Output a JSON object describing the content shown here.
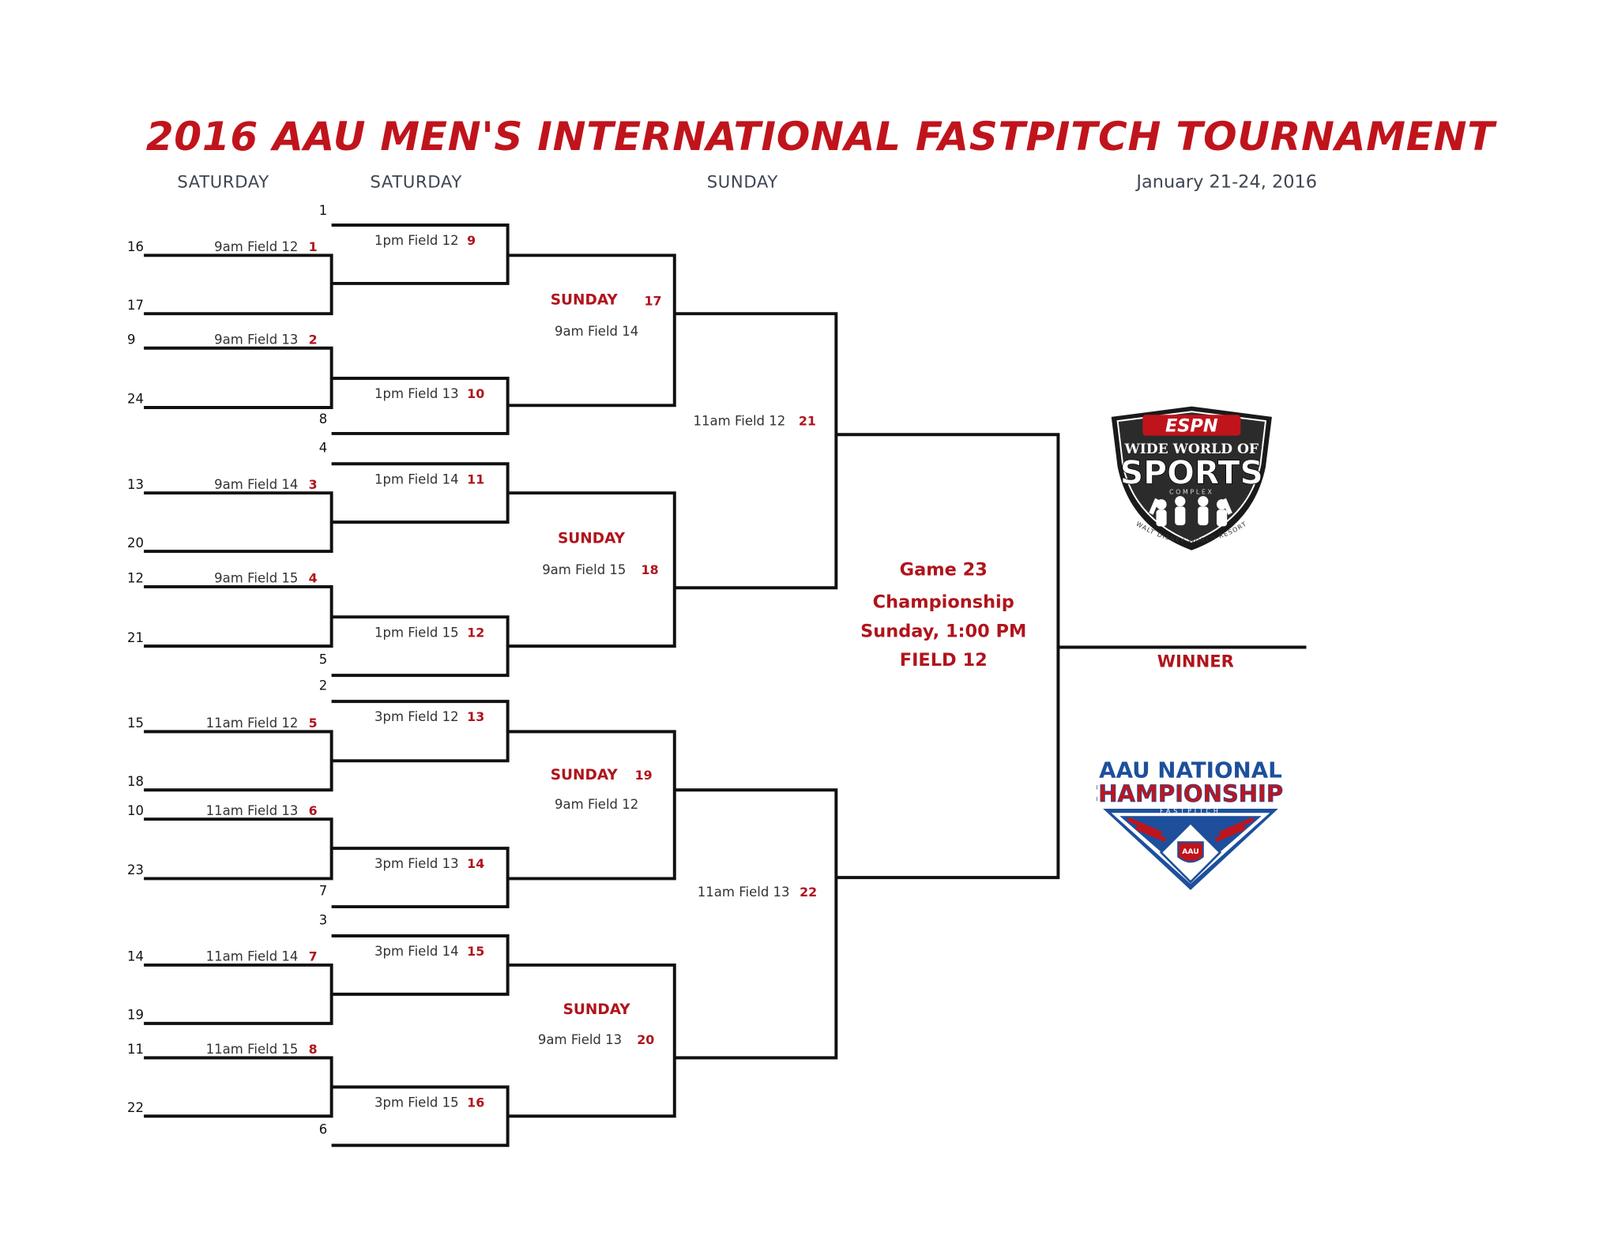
{
  "title": "2016 AAU MEN'S INTERNATIONAL FASTPITCH TOURNAMENT",
  "headers": {
    "col1": "SATURDAY",
    "col2": "SATURDAY",
    "col3": "SUNDAY",
    "dates": "January 21-24, 2016"
  },
  "round1": [
    {
      "label": "9am Field 12",
      "game": "1",
      "seed_top": "16",
      "seed_bottom": "17"
    },
    {
      "label": "9am Field 13",
      "game": "2",
      "seed_top": "9",
      "seed_bottom": "24"
    },
    {
      "label": "9am Field 14",
      "game": "3",
      "seed_top": "13",
      "seed_bottom": "20"
    },
    {
      "label": "9am Field 15",
      "game": "4",
      "seed_top": "12",
      "seed_bottom": "21"
    },
    {
      "label": "11am Field 12",
      "game": "5",
      "seed_top": "15",
      "seed_bottom": "18"
    },
    {
      "label": "11am Field 13",
      "game": "6",
      "seed_top": "10",
      "seed_bottom": "23"
    },
    {
      "label": "11am Field 14",
      "game": "7",
      "seed_top": "14",
      "seed_bottom": "19"
    },
    {
      "label": "11am Field 15",
      "game": "8",
      "seed_top": "11",
      "seed_bottom": "22"
    }
  ],
  "round2": [
    {
      "label": "1pm Field 12",
      "game": "9",
      "seed": "1"
    },
    {
      "label": "1pm Field 13",
      "game": "10",
      "seed": "8"
    },
    {
      "label": "1pm Field 14",
      "game": "11",
      "seed": "4"
    },
    {
      "label": "1pm Field 15",
      "game": "12",
      "seed": "5"
    },
    {
      "label": "3pm Field 12",
      "game": "13",
      "seed": "2"
    },
    {
      "label": "3pm Field 13",
      "game": "14",
      "seed": "7"
    },
    {
      "label": "3pm Field 14",
      "game": "15",
      "seed": "3"
    },
    {
      "label": "3pm Field 15",
      "game": "16",
      "seed": "6"
    }
  ],
  "round3": [
    {
      "day": "SUNDAY",
      "game": "17",
      "label": "9am Field 14"
    },
    {
      "day": "SUNDAY",
      "game": "18",
      "label": "9am Field 15"
    },
    {
      "day": "SUNDAY",
      "game": "19",
      "label": "9am Field 12"
    },
    {
      "day": "SUNDAY",
      "game": "20",
      "label": "9am Field 13"
    }
  ],
  "round4": [
    {
      "label": "11am Field 12",
      "game": "21"
    },
    {
      "label": "11am Field 13",
      "game": "22"
    }
  ],
  "championship": {
    "line1": "Game 23",
    "line2": "Championship",
    "line3": "Sunday, 1:00 PM",
    "line4": "FIELD 12"
  },
  "winner_label": "WINNER",
  "logos": {
    "espn": {
      "brand": "ESPN",
      "line1": "WIDE WORLD OF",
      "line2": "SPORTS",
      "line3": "COMPLEX",
      "arc": "WALT DISNEY WORLD RESORT"
    },
    "aau": {
      "line1": "AAU NATIONAL",
      "line2": "CHAMPIONSHIPS",
      "line3": "FASTPITCH",
      "badge": "AAU"
    }
  },
  "colors": {
    "red": "#c0141c",
    "dark": "#111111",
    "header": "#3d4652",
    "blue": "#1d4f9c"
  }
}
